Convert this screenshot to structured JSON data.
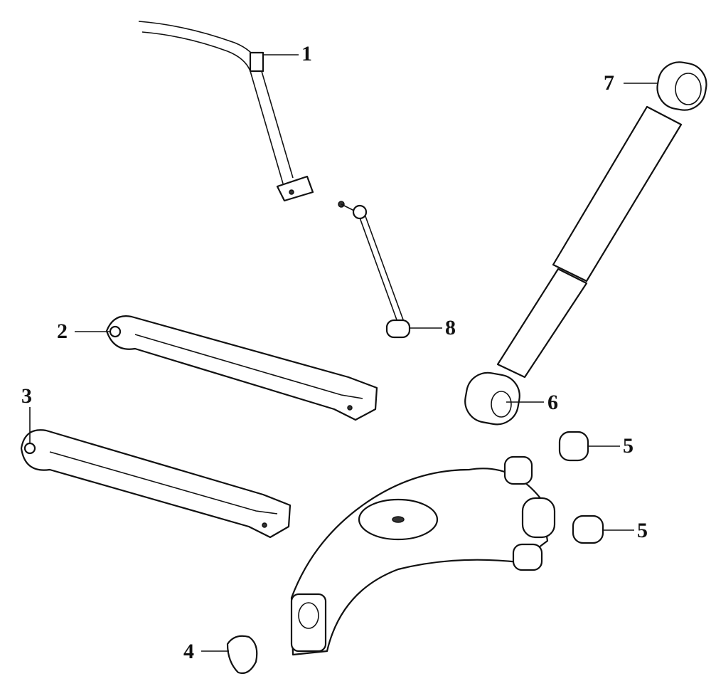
{
  "diagram": {
    "callouts": [
      {
        "id": "stabilizer-bar-bushing",
        "text": "1"
      },
      {
        "id": "upper-control-arm",
        "text": "2"
      },
      {
        "id": "lower-control-arm",
        "text": "3"
      },
      {
        "id": "bump-stop",
        "text": "4"
      },
      {
        "id": "knuckle-bushing-upper",
        "text": "5"
      },
      {
        "id": "knuckle-bushing-lower",
        "text": "5"
      },
      {
        "id": "shock-lower-bushing",
        "text": "6"
      },
      {
        "id": "shock-upper-bushing",
        "text": "7"
      },
      {
        "id": "stabilizer-link",
        "text": "8"
      }
    ]
  }
}
